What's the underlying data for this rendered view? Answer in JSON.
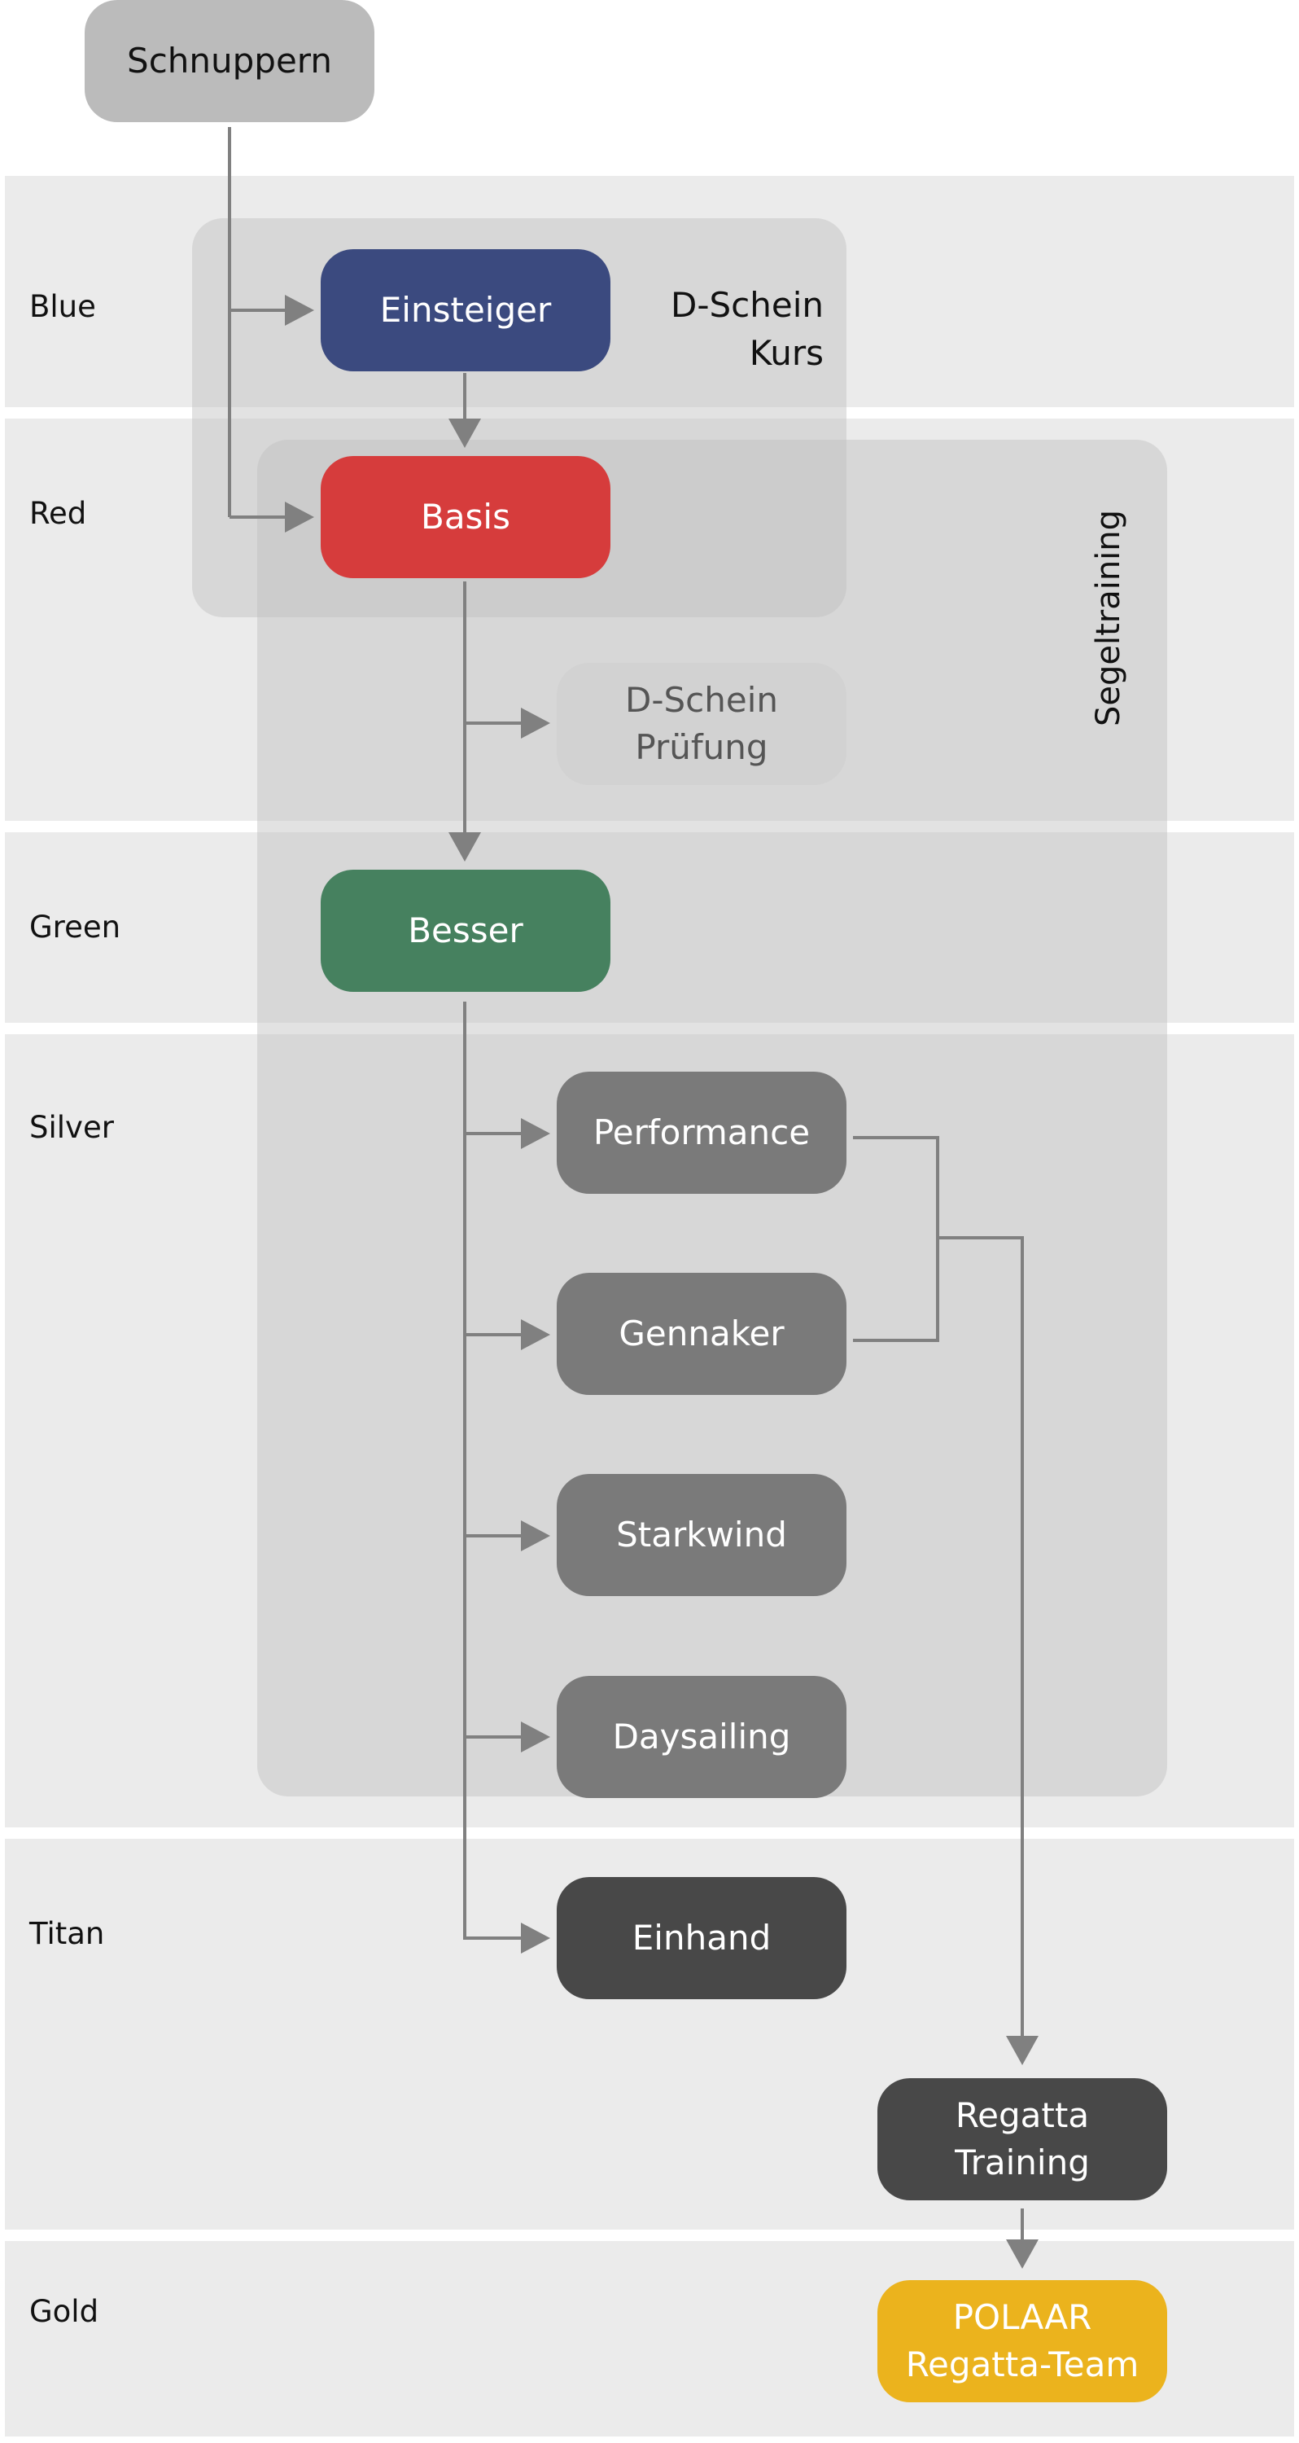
{
  "bands": [
    {
      "label": "Blue"
    },
    {
      "label": "Red"
    },
    {
      "label": "Green"
    },
    {
      "label": "Silver"
    },
    {
      "label": "Titan"
    },
    {
      "label": "Gold"
    }
  ],
  "groups": {
    "dschein_kurs": {
      "line1": "D-Schein",
      "line2": "Kurs"
    },
    "segeltraining": {
      "label": "Segeltraining"
    }
  },
  "nodes": {
    "schnuppern": {
      "label": "Schnuppern",
      "color": "#bbbbbb",
      "text_color": "#111111"
    },
    "einsteiger": {
      "label": "Einsteiger",
      "color": "#3b4a7f"
    },
    "basis": {
      "label": "Basis",
      "color": "#d63c3c"
    },
    "dschein_pruefung": {
      "line1": "D-Schein",
      "line2": "Prüfung",
      "color": "#d2d2d2",
      "text_color": "#555555"
    },
    "besser": {
      "label": "Besser",
      "color": "#46815f"
    },
    "performance": {
      "label": "Performance",
      "color": "#7a7a7a"
    },
    "gennaker": {
      "label": "Gennaker",
      "color": "#7a7a7a"
    },
    "starkwind": {
      "label": "Starkwind",
      "color": "#7a7a7a"
    },
    "daysailing": {
      "label": "Daysailing",
      "color": "#7a7a7a"
    },
    "einhand": {
      "label": "Einhand",
      "color": "#484848"
    },
    "regatta_training": {
      "line1": "Regatta",
      "line2": "Training",
      "color": "#484848"
    },
    "polaar": {
      "line1": "POLAAR",
      "line2": "Regatta-Team",
      "color": "#ebb31d"
    }
  },
  "colors": {
    "band_bg": "#ebebeb",
    "connector": "#808080"
  }
}
